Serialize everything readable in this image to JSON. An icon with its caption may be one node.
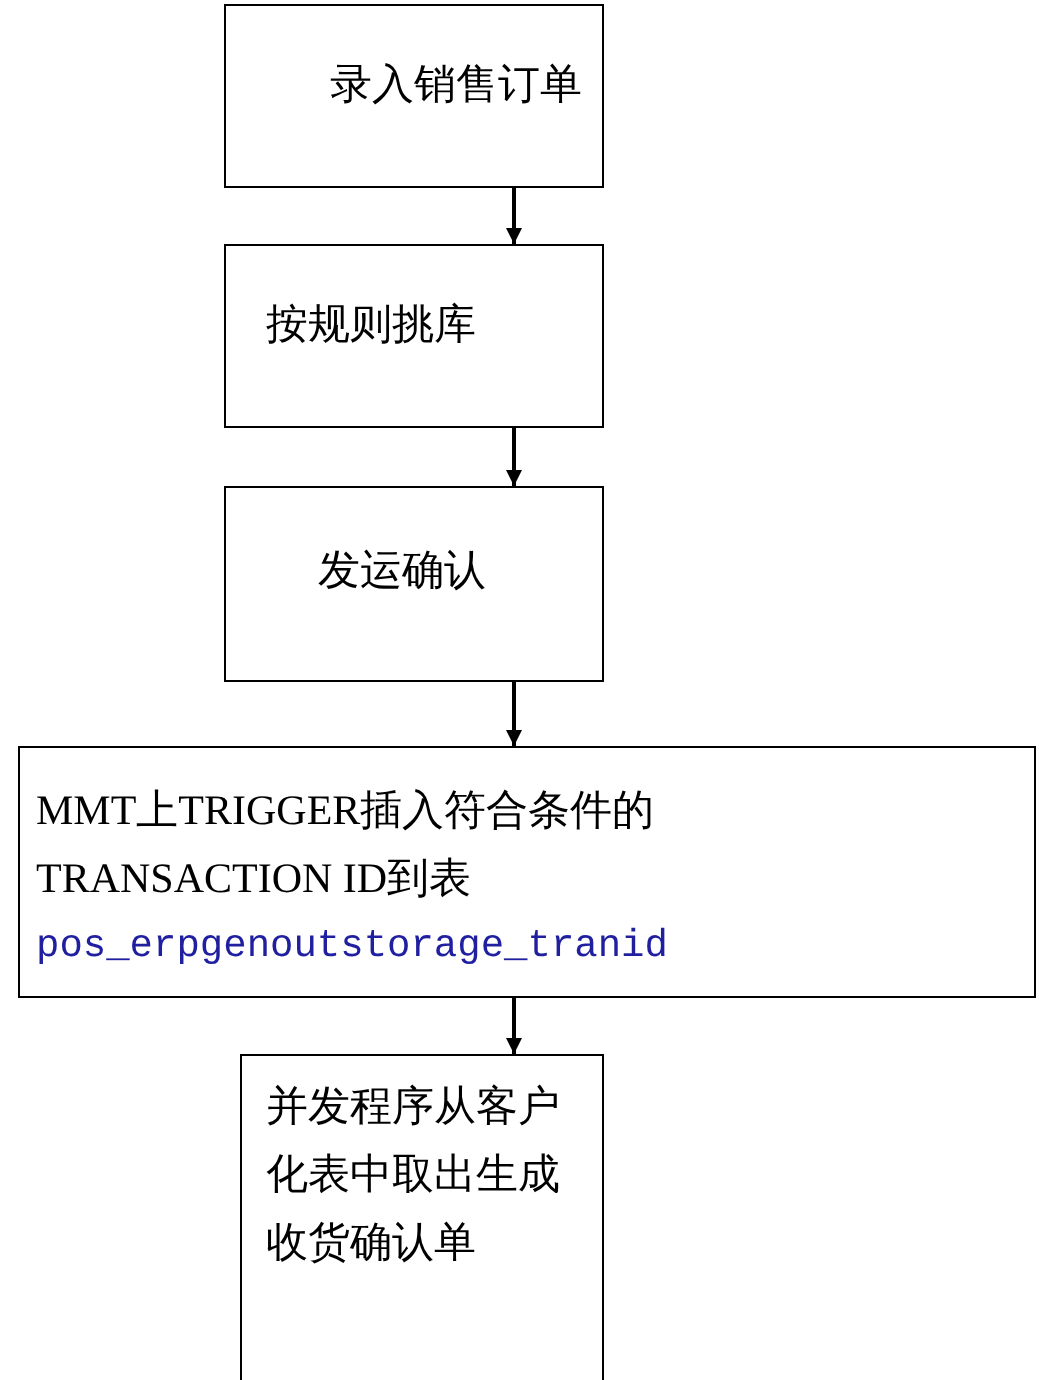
{
  "diagram": {
    "nodes": [
      {
        "text": [
          "录入销售订单"
        ]
      },
      {
        "text": [
          "按规则挑库"
        ]
      },
      {
        "text": [
          "发运确认"
        ]
      },
      {
        "text": [
          "MMT上TRIGGER插入符合条件的TRANSACTION ID到表",
          "pos_erpgenoutstorage_tranid"
        ]
      },
      {
        "text": [
          "并发程序从客户化表中取出生成收货确认单"
        ]
      }
    ],
    "edges": [
      {
        "from": 0,
        "to": 1,
        "arrow": "to"
      },
      {
        "from": 1,
        "to": 2,
        "arrow": "to"
      },
      {
        "from": 2,
        "to": 3,
        "arrow": "to"
      },
      {
        "from": 3,
        "to": 4,
        "arrow": "to"
      }
    ]
  }
}
